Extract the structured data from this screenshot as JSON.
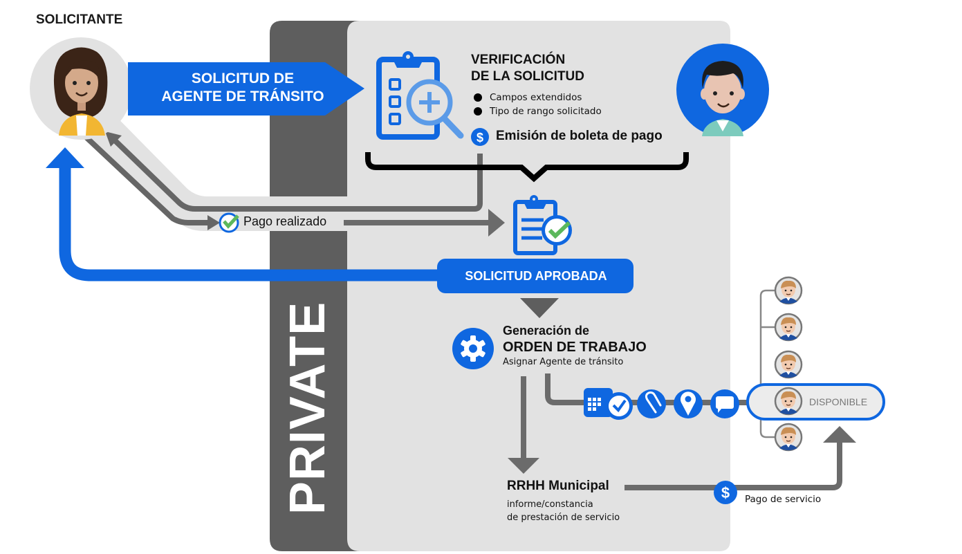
{
  "applicant": {
    "label": "SOLICITANTE",
    "avatar_icon": "woman-avatar-icon"
  },
  "request_banner": {
    "line1": "SOLICITUD DE",
    "line2": "AGENTE DE TRÁNSITO"
  },
  "private_zone": {
    "label": "PRIVATE"
  },
  "verification": {
    "icon": "clipboard-search-icon",
    "title_line1": "VERIFICACIÓN",
    "title_line2": "DE LA SOLICITUD",
    "items": [
      "Campos extendidos",
      "Tipo de rango solicitado"
    ],
    "payment_icon": "dollar-icon",
    "payment_label": "Emisión de boleta de pago"
  },
  "reviewer": {
    "avatar_icon": "man-avatar-icon"
  },
  "payment_done": {
    "icon": "check-circle-icon",
    "label": "Pago realizado"
  },
  "approved": {
    "icon": "clipboard-check-icon",
    "label": "SOLICITUD APROBADA"
  },
  "work_order": {
    "icon": "gear-icon",
    "line1": "Generación de",
    "line2": "ORDEN DE TRABAJO",
    "line3": "Asignar Agente de tránsito",
    "tools": [
      "calendar-clock-icon",
      "paperclip-icon",
      "location-pin-icon",
      "chat-bubble-icon"
    ]
  },
  "agents": {
    "count": 5,
    "available_label": "DISPONIBLE",
    "available_index": 3
  },
  "hr": {
    "title": "RRHH Municipal",
    "sub_line1": "informe/constancia",
    "sub_line2": "de prestación de servicio"
  },
  "service_payment": {
    "icon": "dollar-icon",
    "label": "Pago de servicio"
  },
  "colors": {
    "brand_blue": "#0f67e0",
    "light_blue": "#5b9be8",
    "dark_gray": "#5e5e5e",
    "arrow_gray": "#6b6b6b",
    "panel_gray": "#e2e2e2",
    "check_green": "#5cb85c"
  }
}
